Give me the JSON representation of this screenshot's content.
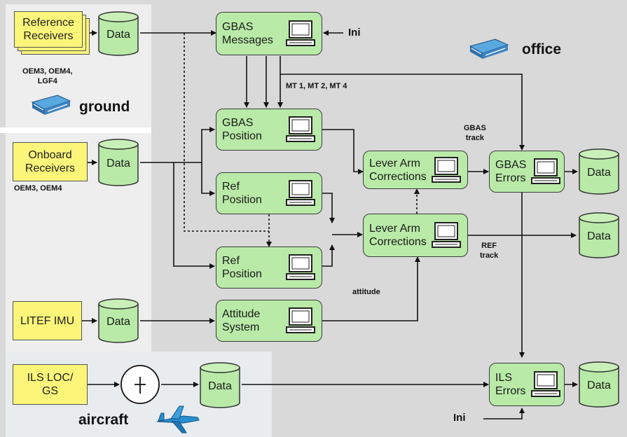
{
  "receivers": {
    "reference": "Reference\nReceivers",
    "onboard": "Onboard\nReceivers",
    "imu": "LITEF IMU",
    "ils": "ILS LOC/\nGS"
  },
  "receiver_notes": {
    "reference_models": "OEM3, OEM4,\nLGF4",
    "onboard_models": "OEM3, OEM4"
  },
  "data_label": "Data",
  "process": {
    "gbas_messages": "GBAS\nMessages",
    "gbas_position": "GBAS\nPosition",
    "ref_position_1": "Ref\nPosition",
    "ref_position_2": "Ref\nPosition",
    "attitude_system": "Attitude\nSystem",
    "lever_arm_1": "Lever Arm\nCorrections",
    "lever_arm_2": "Lever Arm\nCorrections",
    "gbas_errors": "GBAS\nErrors",
    "ils_errors": "ILS\nErrors"
  },
  "labels": {
    "ini_top": "Ini",
    "ini_bottom": "Ini",
    "message_types": "MT 1, MT 2, MT 4",
    "gbas_track": "GBAS\ntrack",
    "ref_track": "REF\ntrack",
    "attitude": "attitude"
  },
  "areas": {
    "ground": "ground",
    "office": "office",
    "aircraft": "aircraft"
  },
  "colors": {
    "process_fill": "#b9eaa8",
    "receiver_fill": "#fbf57a",
    "office_bg": "#d9d9d9",
    "ground_bg": "#eeeeee",
    "aircraft_bg": "#e8ecef"
  }
}
